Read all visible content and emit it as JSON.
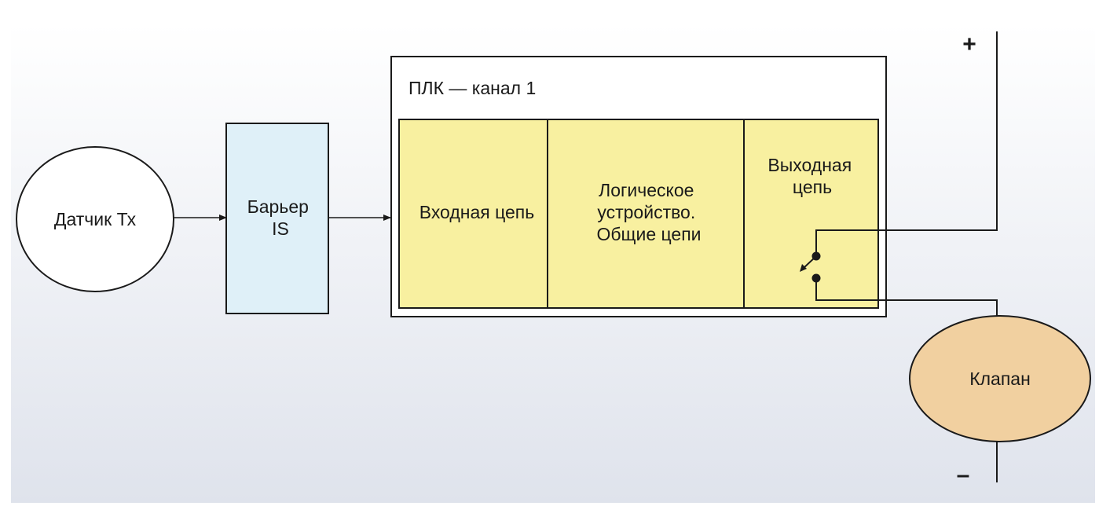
{
  "diagram": {
    "sensor_label": "Датчик Тх",
    "barrier_label": [
      "Барьер",
      "IS"
    ],
    "plc_title": "ПЛК — канал 1",
    "input_circuit_label": "Входная цепь",
    "logic_label": [
      "Логическое",
      "устройство.",
      "Общие цепи"
    ],
    "output_circuit_label": [
      "Выходная",
      "цепь"
    ],
    "valve_label": "Клапан",
    "plus_sign": "+",
    "minus_sign": "–"
  },
  "colors": {
    "background_top": "#ffffff",
    "background_bottom": "#dfe3ec",
    "barrier_fill": "#dff0f8",
    "plc_section_fill": "#f8f0a0",
    "valve_fill": "#f1d0a0",
    "line": "#1a1a1a"
  }
}
